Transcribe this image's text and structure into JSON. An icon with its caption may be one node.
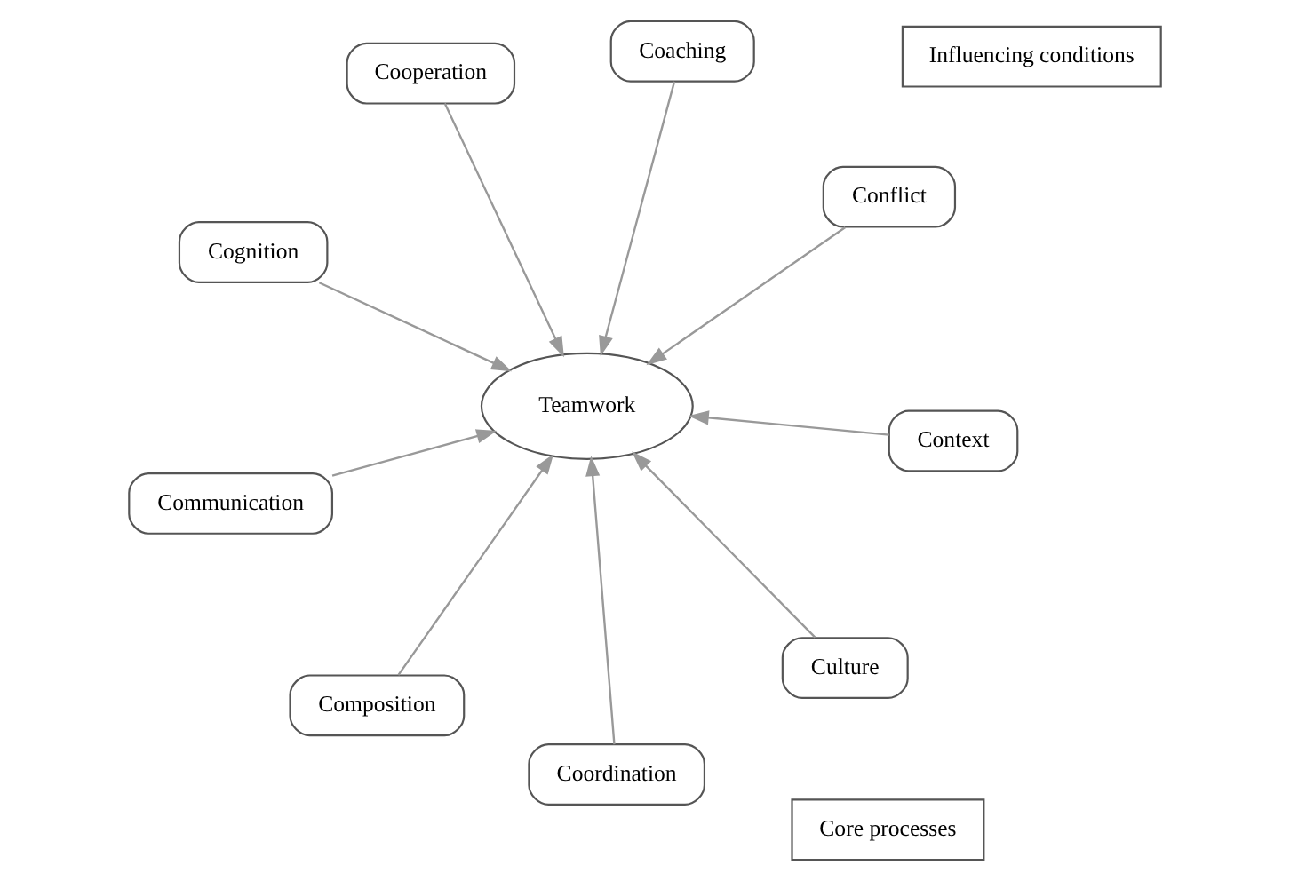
{
  "diagram": {
    "nodes": [
      {
        "text": [
          "Cognition"
        ]
      },
      {
        "text": [
          "Core processes"
        ]
      },
      {
        "text": [
          "Conflict"
        ]
      },
      {
        "text": [
          "Coordination"
        ]
      },
      {
        "text": [
          "Teamwork"
        ]
      },
      {
        "text": [
          "Coaching"
        ]
      },
      {
        "text": [
          "Cooperation"
        ]
      },
      {
        "text": [
          "Communication"
        ]
      },
      {
        "text": [
          "Context"
        ]
      },
      {
        "text": [
          "Composition"
        ]
      },
      {
        "text": [
          "Culture"
        ]
      },
      {
        "text": [
          "Influencing conditions"
        ]
      }
    ],
    "edges": [
      {
        "from": 0,
        "to": 4,
        "arrow": "to"
      },
      {
        "from": 2,
        "to": 4,
        "arrow": "to"
      },
      {
        "from": 3,
        "to": 4,
        "arrow": "to"
      },
      {
        "from": 5,
        "to": 4,
        "arrow": "to"
      },
      {
        "from": 6,
        "to": 4,
        "arrow": "to"
      },
      {
        "from": 7,
        "to": 4,
        "arrow": "to"
      },
      {
        "from": 8,
        "to": 4,
        "arrow": "to"
      },
      {
        "from": 9,
        "to": 4,
        "arrow": "to"
      },
      {
        "from": 10,
        "to": 4,
        "arrow": "to"
      }
    ]
  }
}
